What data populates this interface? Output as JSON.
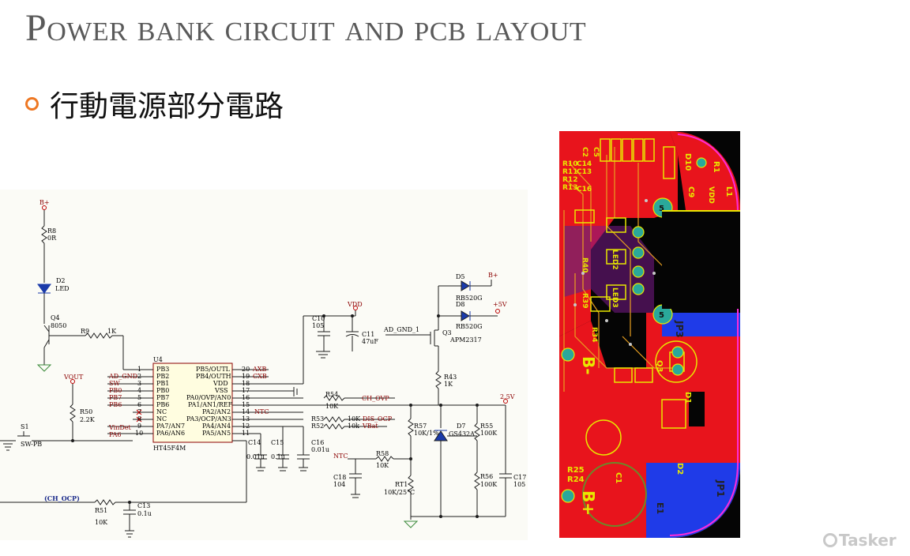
{
  "slide": {
    "title": "Power bank circuit and pcb layout",
    "bullet": "行動電源部分電路"
  },
  "schematic": {
    "nets": {
      "b_plus_top": "B+",
      "b_plus_d5": "B+",
      "plus5v": "+5V",
      "vdd": "VDD",
      "vout": "VOUT",
      "v25": "2.5V",
      "ntc": "NTC",
      "ntc_label": "NTC",
      "ch_ovp": "CH_OVP",
      "dis_ocp": "DIS_OCP",
      "vbat": "VBat",
      "ch_ocp": "(CH_OCP)",
      "axb": "AXB",
      "cxb": "CXB",
      "ad_gnd_left": "AD_GND",
      "ad_gnd_q3": "AD_GND_1",
      "vindet": "VinDet",
      "sw": "SW",
      "pb0": "PB0",
      "pb7": "PB7",
      "pb6": "PB6",
      "pa6": "PA6"
    },
    "components": {
      "r8": "R8",
      "r8v": "0R",
      "d2": "D2",
      "d2v": "LED",
      "q4": "Q4",
      "q4v": "8050",
      "r9": "R9",
      "r9v": "1K",
      "u4": "U4",
      "u4v": "HT45F4M",
      "r50": "R50",
      "r50v": "2.2K",
      "s1": "S1",
      "s1v": "SW-PB",
      "r51": "R51",
      "r51v": "10K",
      "c13": "C13",
      "c13v": "0.1u",
      "c14": "C14",
      "c14v": "0.01u",
      "c15": "C15",
      "c15v": "0.1u",
      "c16": "C16",
      "c16v": "0.01u",
      "c10": "C10",
      "c10v": "105",
      "c11": "C11",
      "c11v": "47uF",
      "d5": "D5",
      "d5v": "RB520G",
      "d8": "D8",
      "d8v": "RB520G",
      "q3": "Q3",
      "q3v": "APM2317",
      "r43": "R43",
      "r43v": "1K",
      "r54": "R54",
      "r54v": "10K",
      "r53": "R53",
      "r53v": "10K",
      "r52": "R52",
      "r52v": "10k",
      "r57": "R57",
      "r57v": "10K/1%",
      "d7": "D7",
      "d7v": "GS432A",
      "r55": "R55",
      "r55v": "100K",
      "r56": "R56",
      "r56v": "100K",
      "c17": "C17",
      "c17v": "105",
      "r58": "R58",
      "r58v": "10K",
      "c18": "C18",
      "c18v": "104",
      "rt1": "RT1",
      "rt1v": "10K/25°C"
    },
    "u4_pins_left": [
      {
        "num": "1",
        "name": "PB3"
      },
      {
        "num": "2",
        "name": "PB2"
      },
      {
        "num": "3",
        "name": "PB1"
      },
      {
        "num": "4",
        "name": "PB0"
      },
      {
        "num": "5",
        "name": "PB7"
      },
      {
        "num": "6",
        "name": "PB6"
      },
      {
        "num": "7",
        "name": "NC"
      },
      {
        "num": "8",
        "name": "NC"
      },
      {
        "num": "9",
        "name": "PA7/AN7"
      },
      {
        "num": "10",
        "name": "PA6/AN6"
      }
    ],
    "u4_pins_right": [
      {
        "num": "20",
        "name": "PB5/OUTL"
      },
      {
        "num": "19",
        "name": "PB4/OUTH"
      },
      {
        "num": "18",
        "name": "VDD"
      },
      {
        "num": "17",
        "name": "VSS"
      },
      {
        "num": "16",
        "name": "PA0/OVP/AN0"
      },
      {
        "num": "15",
        "name": "PA1/AN1/REF"
      },
      {
        "num": "14",
        "name": "PA2/AN2"
      },
      {
        "num": "13",
        "name": "PA3/OCP/AN3"
      },
      {
        "num": "12",
        "name": "PA4/AN4"
      },
      {
        "num": "11",
        "name": "PA5/AN5"
      }
    ]
  },
  "pcb": {
    "labels": {
      "b_minus": "B-",
      "b_plus": "B+",
      "jp3": "JP3",
      "jp1": "JP1",
      "r1": "R1",
      "d10": "D10",
      "c9": "C9",
      "l1": "L1",
      "vdd": "VDD",
      "d1": "D1",
      "d2": "D2",
      "q3": "Q3",
      "r25": "R25",
      "r24": "R24",
      "c1": "C1",
      "e1": "E1",
      "led2": "LED2",
      "led3": "LED3",
      "r34": "R34",
      "r40": "R40",
      "r39": "R39",
      "c14": "C14",
      "c13": "C13",
      "c16": "C16",
      "r10": "R10",
      "r11": "R11",
      "r12": "R12",
      "r13": "R13",
      "c2": "C2",
      "c5": "C5",
      "five_a": "5",
      "five_b": "5"
    }
  },
  "watermark": {
    "text": "Tasker"
  }
}
